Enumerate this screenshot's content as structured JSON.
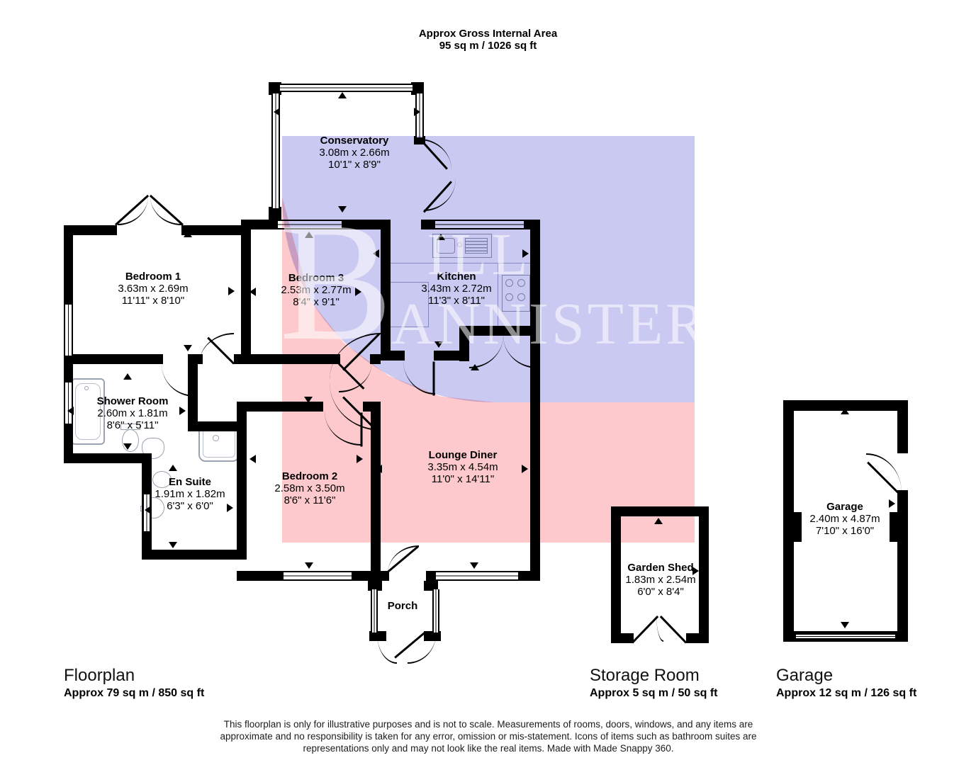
{
  "header": {
    "line1": "Approx Gross Internal Area",
    "line2": "95 sq m / 1026 sq ft"
  },
  "rooms": [
    {
      "name": "Conservatory",
      "metric": "3.08m x 2.66m",
      "imperial": "10'1\" x 8'9\""
    },
    {
      "name": "Bedroom 1",
      "metric": "3.63m x 2.69m",
      "imperial": "11'11\" x 8'10\""
    },
    {
      "name": "Bedroom 3",
      "metric": "2.53m x 2.77m",
      "imperial": "8'4\" x 9'1\""
    },
    {
      "name": "Kitchen",
      "metric": "3.43m x 2.72m",
      "imperial": "11'3\" x 8'11\""
    },
    {
      "name": "Shower Room",
      "metric": "2.60m x 1.81m",
      "imperial": "8'6\" x 5'11\""
    },
    {
      "name": "En Suite",
      "metric": "1.91m x 1.82m",
      "imperial": "6'3\" x 6'0\""
    },
    {
      "name": "Bedroom 2",
      "metric": "2.58m x 3.50m",
      "imperial": "8'6\" x 11'6\""
    },
    {
      "name": "Lounge Diner",
      "metric": "3.35m x 4.54m",
      "imperial": "11'0\" x 14'11\""
    },
    {
      "name": "Porch"
    },
    {
      "name": "Garden Shed",
      "metric": "1.83m x 2.54m",
      "imperial": "6'0\" x 8'4\""
    },
    {
      "name": "Garage",
      "metric": "2.40m x 4.87m",
      "imperial": "7'10\" x 16'0\""
    }
  ],
  "sections": [
    {
      "title": "Floorplan",
      "area": "Approx 79 sq m / 850 sq ft"
    },
    {
      "title": "Storage Room",
      "area": "Approx 5 sq m / 50 sq ft"
    },
    {
      "title": "Garage",
      "area": "Approx 12 sq m / 126 sq ft"
    }
  ],
  "watermark": {
    "initial": "B",
    "top": "ILL",
    "bottom": "ANNISTER"
  },
  "disclaimer": "This floorplan is only for illustrative purposes and is not to scale. Measurements of rooms, doors, windows, and any items are approximate and no responsibility is taken for any error, omission or mis-statement. Icons of items such as bathroom suites are representations only and may not look like the real items. Made with Made Snappy 360.",
  "colors": {
    "wall": "#000000",
    "blue_overlay": "#c9c9f2",
    "pink_overlay": "#fdc9cc"
  }
}
